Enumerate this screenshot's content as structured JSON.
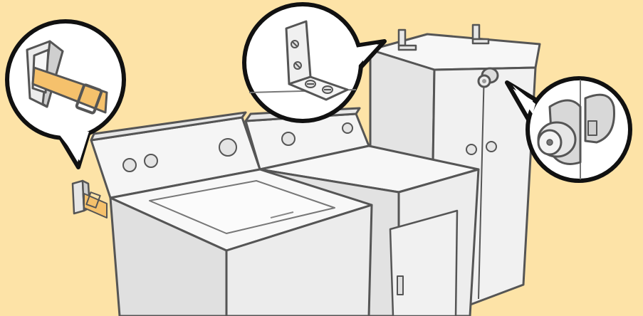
{
  "scene": {
    "background_color": "#fde3a7",
    "outline_color": "#555555",
    "appliance_light": "#f4f4f4",
    "appliance_mid": "#e2e2e2",
    "appliance_dark": "#cfcfcf",
    "strap_color": "#f5c16c",
    "callout_fill": "#ffffff",
    "callout_border": "#111111"
  },
  "objects": [
    {
      "name": "washing-machine",
      "label": ""
    },
    {
      "name": "dryer",
      "label": ""
    },
    {
      "name": "storage-cabinet",
      "label": ""
    },
    {
      "name": "wall-anchor-strap",
      "label": ""
    },
    {
      "name": "l-bracket",
      "label": ""
    },
    {
      "name": "cabinet-door-lock",
      "label": ""
    }
  ]
}
